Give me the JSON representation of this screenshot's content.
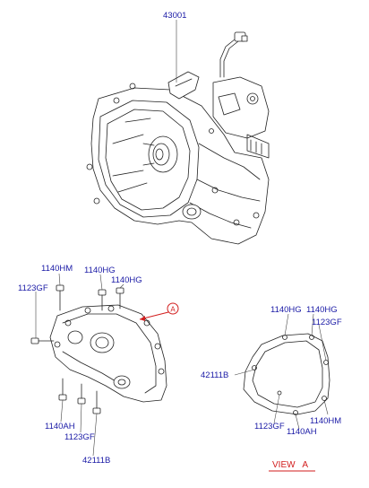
{
  "callouts": {
    "assembly": "43001",
    "case_bolt_top": "1140HM",
    "case_bolt_upper_mid": "1140HG",
    "case_bolt_upper_right": "1140HG",
    "case_bolt_left": "1123GF",
    "case_bolt_bottom_left": "1140AH",
    "case_bolt_bottom_mid": "1123GF",
    "case_gasket": "42111B",
    "view_a_top_left": "1140HG",
    "view_a_top_right": "1140HG",
    "view_a_right": "1123GF",
    "view_a_left": "42111B",
    "view_a_bottom_left": "1123GF",
    "view_a_bottom_mid": "1140AH",
    "view_a_bottom_right": "1140HM"
  },
  "view_marker": {
    "letter": "A"
  },
  "view_caption": "VIEW   A",
  "colors": {
    "label": "#1a1aa6",
    "marker": "#d21e1e",
    "line": "#222222"
  }
}
